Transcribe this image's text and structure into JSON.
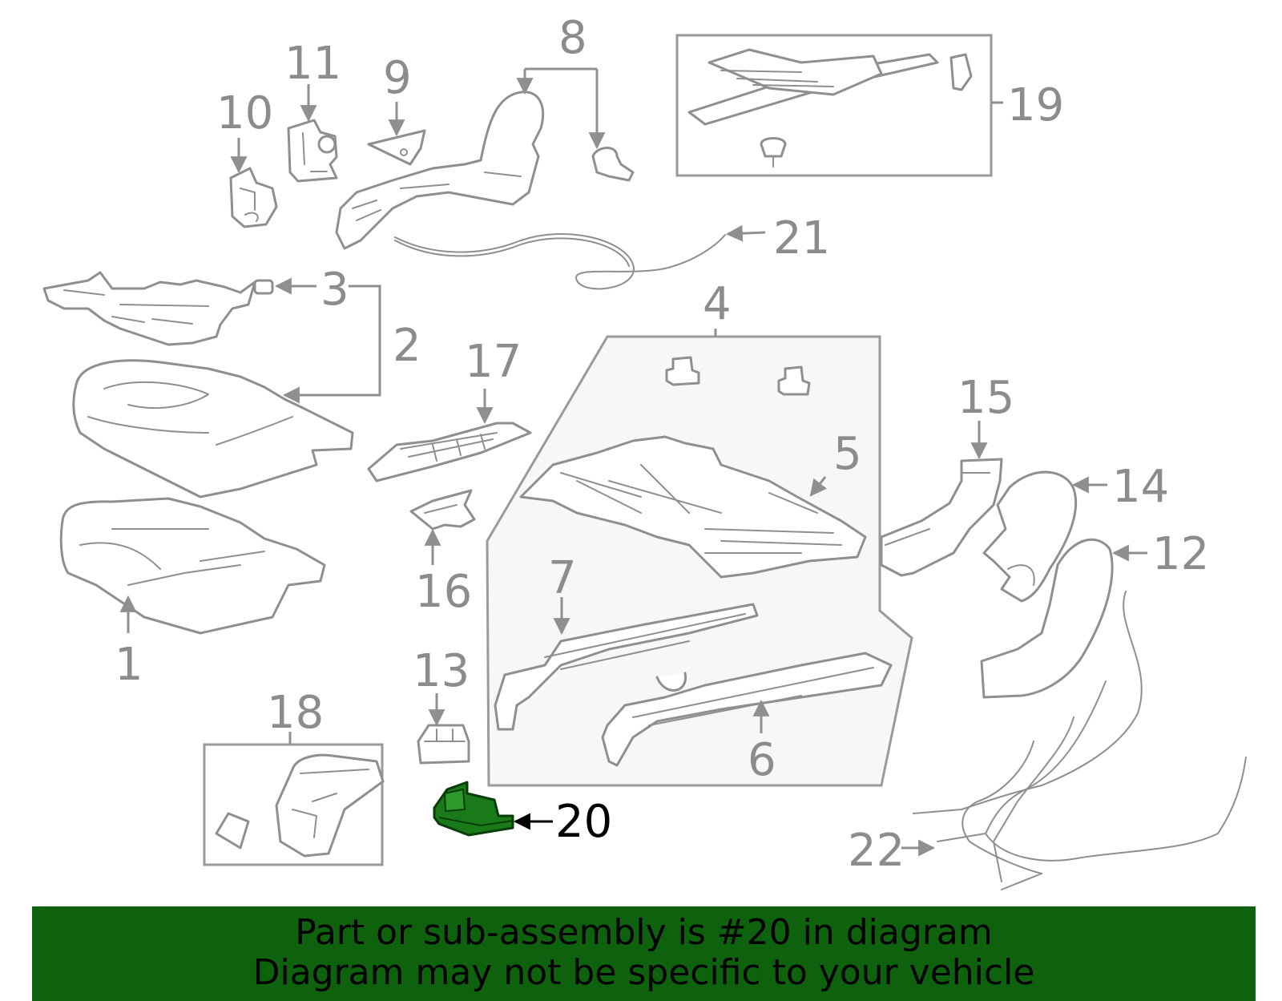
{
  "diagram": {
    "callouts": [
      "1",
      "2",
      "3",
      "4",
      "5",
      "6",
      "7",
      "8",
      "9",
      "10",
      "11",
      "12",
      "13",
      "14",
      "15",
      "16",
      "17",
      "18",
      "19",
      "20",
      "21",
      "22"
    ],
    "highlighted_callout": "20",
    "highlight_color": "#1a7a1a",
    "line_color": "#8f8f8f",
    "group_box_fill": "#f7f7f7"
  },
  "banner": {
    "line1": "Part or sub-assembly is #20 in diagram",
    "line2": "Diagram may not be specific to your vehicle",
    "background": "#0e620e",
    "text_color": "#000000"
  }
}
